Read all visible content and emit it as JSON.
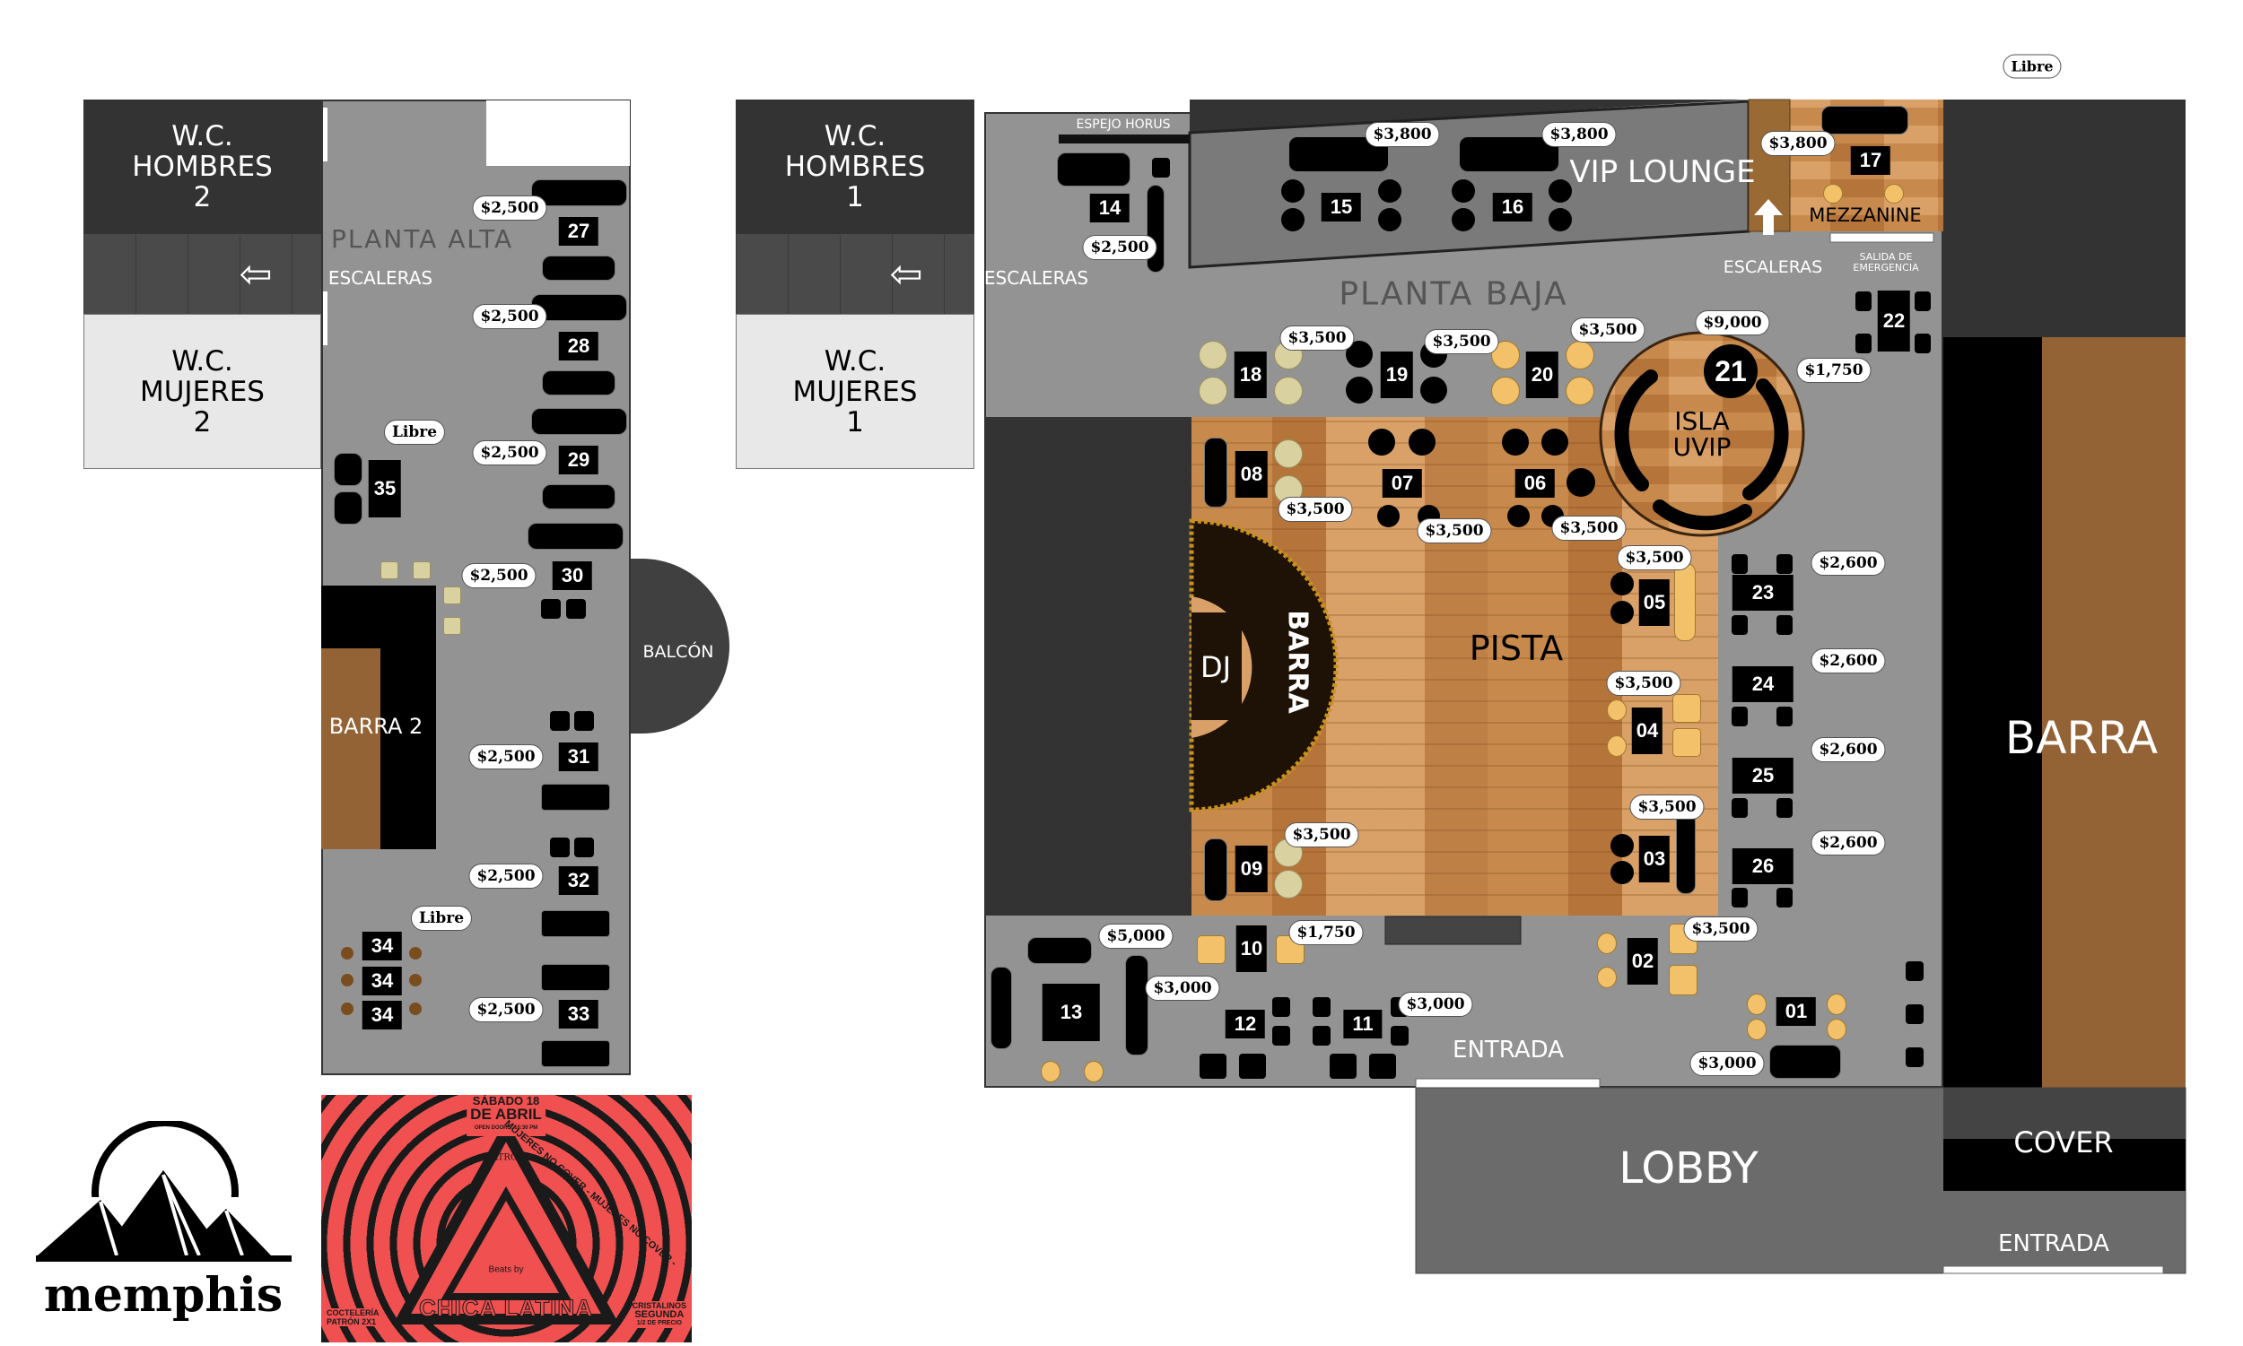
{
  "top_status": {
    "libre": "Libre"
  },
  "left_block": {
    "wc_men": [
      "W.C.",
      "HOMBRES",
      "2"
    ],
    "wc_women": [
      "W.C.",
      "MUJERES",
      "2"
    ]
  },
  "mid_block": {
    "wc_men": [
      "W.C.",
      "HOMBRES",
      "1"
    ],
    "wc_women": [
      "W.C.",
      "MUJERES",
      "1"
    ]
  },
  "upper_floor": {
    "title": "PLANTA ALTA",
    "stairs": "ESCALERAS",
    "bar": "BARRA 2",
    "balcony": "BALCÓN",
    "tables": [
      {
        "id": "27",
        "price": "$2,500"
      },
      {
        "id": "28",
        "price": "$2,500"
      },
      {
        "id": "29",
        "price": "$2,500"
      },
      {
        "id": "30",
        "price": "$2,500"
      },
      {
        "id": "31",
        "price": "$2,500"
      },
      {
        "id": "32",
        "price": "$2,500"
      },
      {
        "id": "33",
        "price": "$2,500"
      },
      {
        "id": "35",
        "price": "Libre"
      },
      {
        "id": "34",
        "price": "Libre"
      }
    ]
  },
  "ground_floor": {
    "title": "PLANTA BAJA",
    "stairs_left": "ESCALERAS",
    "stairs_right": "ESCALERAS",
    "mirror": "ESPEJO HORUS",
    "vip": "VIP LOUNGE",
    "mezzanine": "MEZZANINE",
    "emergency_exit": [
      "SALIDA DE",
      "EMERGENCIA"
    ],
    "island": [
      "ISLA",
      "UVIP"
    ],
    "dance_floor": "PISTA",
    "dj": "DJ",
    "dj_bar": "BARRA",
    "main_bar": "BARRA",
    "entrance": "ENTRADA",
    "lobby": "LOBBY",
    "cover": "COVER",
    "entrance_outer": "ENTRADA",
    "tables": [
      {
        "id": "14",
        "price": "$2,500"
      },
      {
        "id": "15",
        "price": "$3,800"
      },
      {
        "id": "16",
        "price": "$3,800"
      },
      {
        "id": "17",
        "price": "$3,800"
      },
      {
        "id": "18",
        "price": "$3,500"
      },
      {
        "id": "19",
        "price": "$3,500"
      },
      {
        "id": "20",
        "price": "$3,500"
      },
      {
        "id": "21",
        "price": "$9,000"
      },
      {
        "id": "22",
        "price": "$1,750"
      },
      {
        "id": "08",
        "price": "$3,500"
      },
      {
        "id": "07",
        "price": "$3,500"
      },
      {
        "id": "06",
        "price": "$3,500"
      },
      {
        "id": "05",
        "price": "$3,500"
      },
      {
        "id": "04",
        "price": "$3,500"
      },
      {
        "id": "03",
        "price": "$3,500"
      },
      {
        "id": "09",
        "price": "$3,500"
      },
      {
        "id": "23",
        "price": "$2,600"
      },
      {
        "id": "24",
        "price": "$2,600"
      },
      {
        "id": "25",
        "price": "$2,600"
      },
      {
        "id": "26",
        "price": "$2,600"
      },
      {
        "id": "10",
        "price": "$1,750"
      },
      {
        "id": "13",
        "price": "$5,000"
      },
      {
        "id": "12",
        "price": "$3,000"
      },
      {
        "id": "11",
        "price": "$3,000"
      },
      {
        "id": "02",
        "price": "$3,500"
      },
      {
        "id": "01",
        "price": "$3,000"
      }
    ]
  },
  "logo": {
    "text": "memphis"
  },
  "poster": {
    "date": [
      "SÁBADO 18",
      "DE ABRIL"
    ],
    "doors": "OPEN DOORS: 10:30 PM",
    "ring": "MUJERES NO COVER - MUJERES NO COVER -",
    "sponsor": "PATRÓN",
    "title": "CHICA LATINA",
    "beats": "Beats by",
    "promo_left": [
      "COCTELERÍA",
      "PATRÓN 2X1"
    ],
    "promo_right": [
      "CRISTALINOS",
      "SEGUNDA",
      "1/2 DE PRECIO"
    ]
  },
  "colors": {
    "wall_dark": "#333333",
    "floor_gray": "#939393",
    "bar_brown": "#936235",
    "poster_red": "#f05050"
  }
}
